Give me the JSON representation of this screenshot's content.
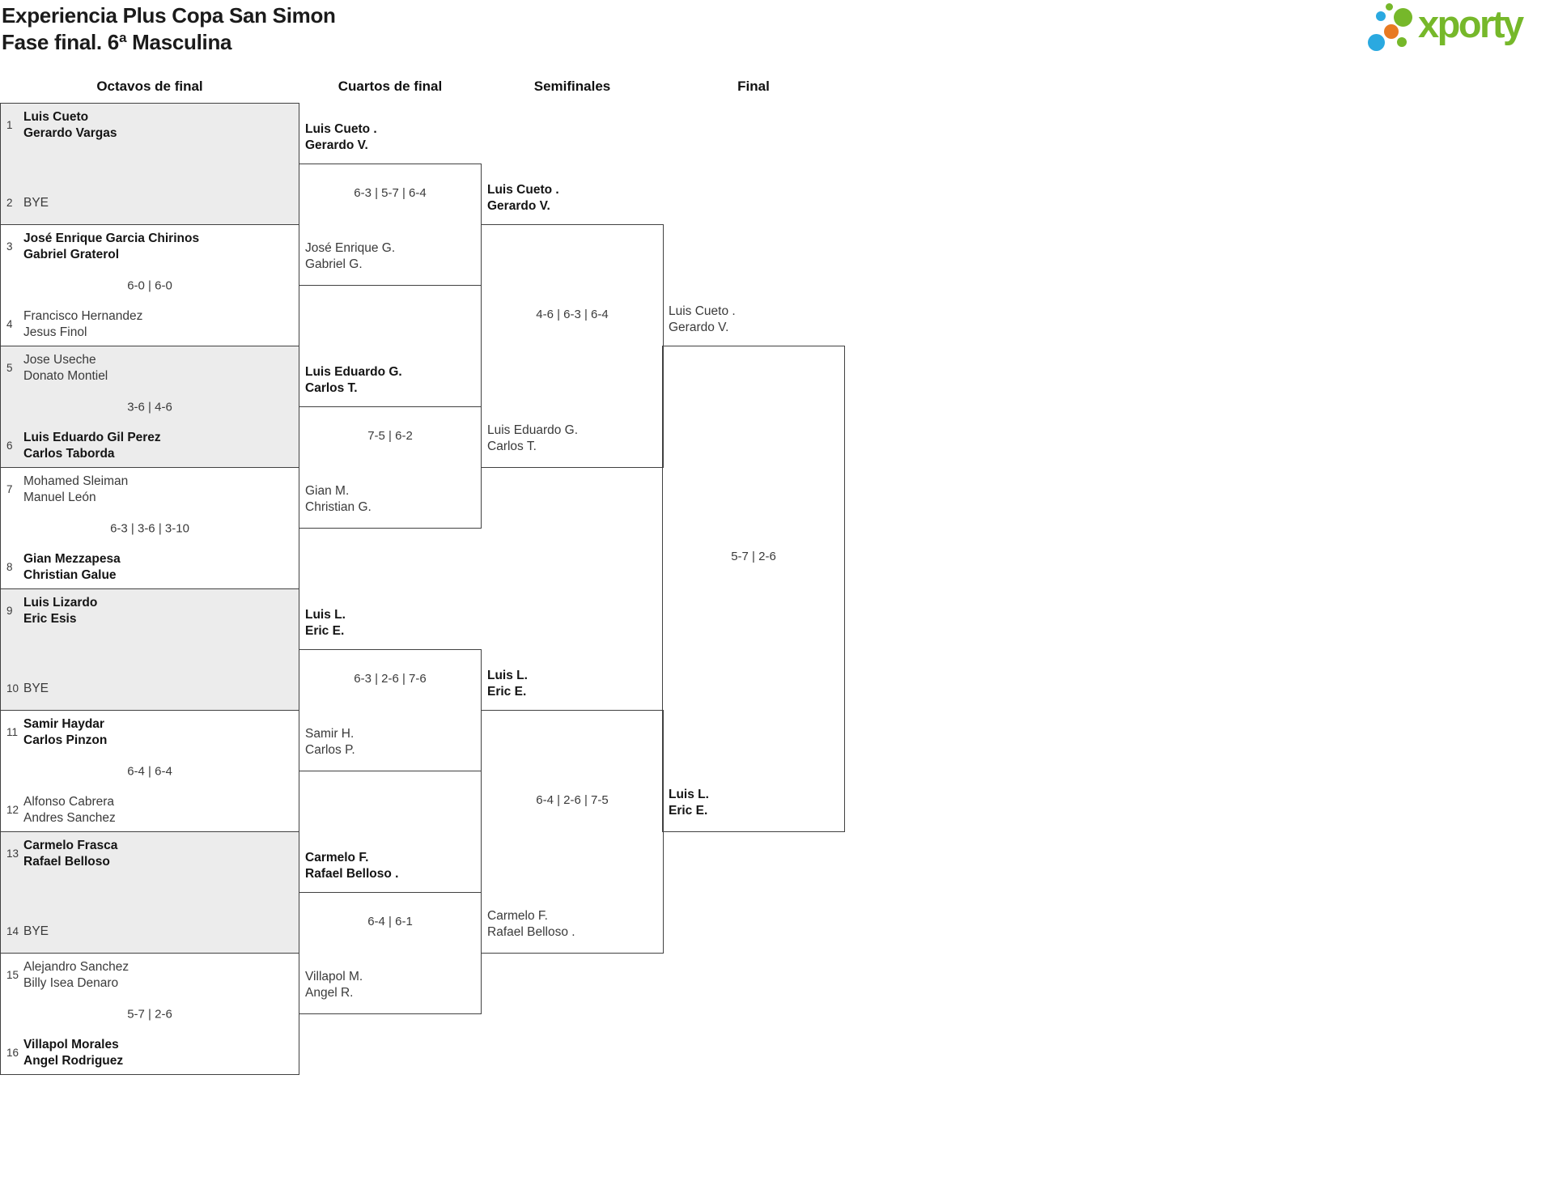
{
  "page": {
    "title_line1": "Experiencia Plus Copa San Simon",
    "title_line2": "Fase final. 6ª Masculina"
  },
  "logo": {
    "brand": "xporty",
    "colors": {
      "green": "#76b82a",
      "blue": "#2aa9e0",
      "orange": "#e87a22"
    }
  },
  "columns": [
    "Octavos de final",
    "Cuartos de final",
    "Semifinales",
    "Final"
  ],
  "octavos_matches": [
    {
      "top": {
        "seed": "1",
        "line1": "Luis Cueto",
        "line2": "Gerardo Vargas",
        "winner": true
      },
      "bottom": {
        "seed": "2",
        "line1": "BYE",
        "winner": false
      },
      "score": ""
    },
    {
      "top": {
        "seed": "3",
        "line1": "José Enrique Garcia Chirinos",
        "line2": "Gabriel Graterol",
        "winner": true
      },
      "bottom": {
        "seed": "4",
        "line1": "Francisco Hernandez",
        "line2": "Jesus Finol",
        "winner": false
      },
      "score": "6-0 | 6-0"
    },
    {
      "top": {
        "seed": "5",
        "line1": "Jose Useche",
        "line2": "Donato Montiel",
        "winner": false
      },
      "bottom": {
        "seed": "6",
        "line1": "Luis Eduardo Gil Perez",
        "line2": "Carlos Taborda",
        "winner": true
      },
      "score": "3-6 | 4-6"
    },
    {
      "top": {
        "seed": "7",
        "line1": "Mohamed Sleiman",
        "line2": "Manuel León",
        "winner": false
      },
      "bottom": {
        "seed": "8",
        "line1": "Gian Mezzapesa",
        "line2": "Christian Galue",
        "winner": true
      },
      "score": "6-3 | 3-6 | 3-10"
    },
    {
      "top": {
        "seed": "9",
        "line1": "Luis Lizardo",
        "line2": "Eric Esis",
        "winner": true
      },
      "bottom": {
        "seed": "10",
        "line1": "BYE",
        "winner": false
      },
      "score": ""
    },
    {
      "top": {
        "seed": "11",
        "line1": "Samir Haydar",
        "line2": "Carlos Pinzon",
        "winner": true
      },
      "bottom": {
        "seed": "12",
        "line1": "Alfonso Cabrera",
        "line2": "Andres Sanchez",
        "winner": false
      },
      "score": "6-4 | 6-4"
    },
    {
      "top": {
        "seed": "13",
        "line1": "Carmelo Frasca",
        "line2": "Rafael Belloso",
        "winner": true
      },
      "bottom": {
        "seed": "14",
        "line1": "BYE",
        "winner": false
      },
      "score": ""
    },
    {
      "top": {
        "seed": "15",
        "line1": "Alejandro Sanchez",
        "line2": "Billy Isea Denaro",
        "winner": false
      },
      "bottom": {
        "seed": "16",
        "line1": "Villapol Morales",
        "line2": "Angel Rodriguez",
        "winner": true
      },
      "score": "5-7 | 2-6"
    }
  ],
  "cuartos_matches": [
    {
      "top": {
        "line1": "Luis Cueto .",
        "line2": "Gerardo V.",
        "winner": true
      },
      "score": "6-3 | 5-7 | 6-4",
      "bottom": {
        "line1": "José Enrique G.",
        "line2": "Gabriel G.",
        "winner": false
      }
    },
    {
      "top": {
        "line1": "Luis Eduardo G.",
        "line2": "Carlos T.",
        "winner": true
      },
      "score": "7-5 | 6-2",
      "bottom": {
        "line1": "Gian M.",
        "line2": "Christian G.",
        "winner": false
      }
    },
    {
      "top": {
        "line1": "Luis L.",
        "line2": "Eric E.",
        "winner": true
      },
      "score": "6-3 | 2-6 | 7-6",
      "bottom": {
        "line1": "Samir H.",
        "line2": "Carlos P.",
        "winner": false
      }
    },
    {
      "top": {
        "line1": "Carmelo F.",
        "line2": "Rafael Belloso .",
        "winner": true
      },
      "score": "6-4 | 6-1",
      "bottom": {
        "line1": "Villapol M.",
        "line2": "Angel R.",
        "winner": false
      }
    }
  ],
  "semifinales_matches": [
    {
      "top": {
        "line1": "Luis Cueto .",
        "line2": "Gerardo V.",
        "winner": true
      },
      "score": "4-6 | 6-3 | 6-4",
      "bottom": {
        "line1": "Luis Eduardo G.",
        "line2": "Carlos T.",
        "winner": false
      }
    },
    {
      "top": {
        "line1": "Luis L.",
        "line2": "Eric E.",
        "winner": true
      },
      "score": "6-4 | 2-6 | 7-5",
      "bottom": {
        "line1": "Carmelo F.",
        "line2": "Rafael Belloso .",
        "winner": false
      }
    }
  ],
  "final_match": {
    "top": {
      "line1": "Luis Cueto .",
      "line2": "Gerardo V.",
      "winner": false
    },
    "score": "5-7 | 2-6",
    "bottom": {
      "line1": "Luis L.",
      "line2": "Eric E.",
      "winner": true
    }
  }
}
